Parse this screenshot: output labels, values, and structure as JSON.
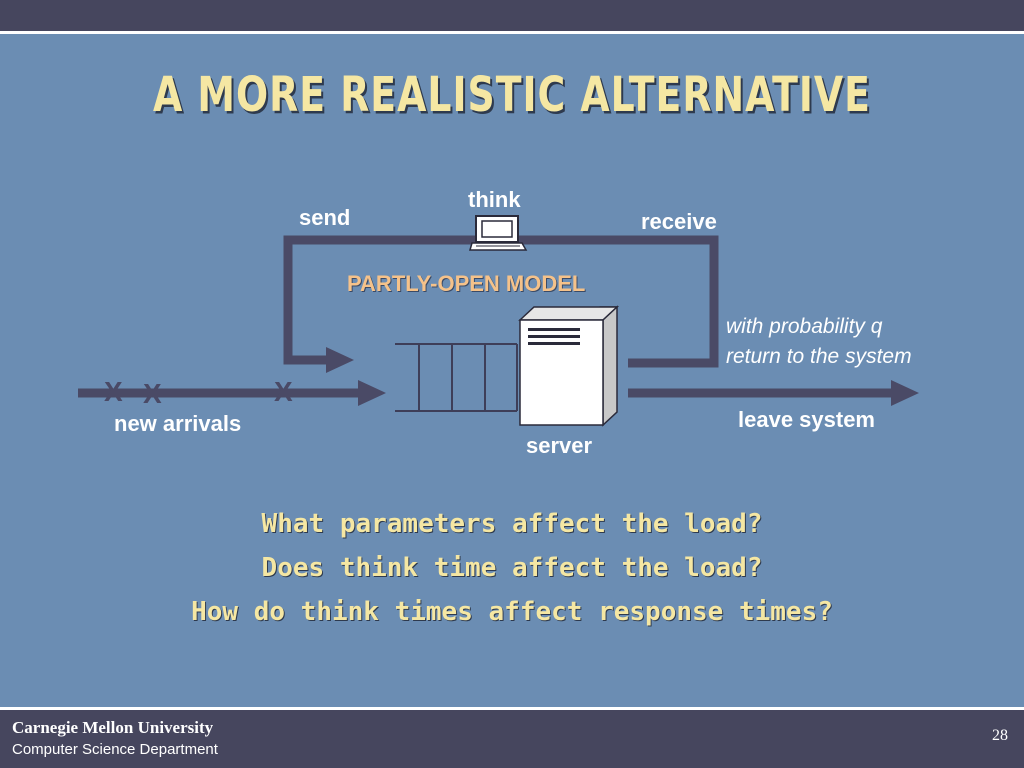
{
  "slide": {
    "title": "A MORE REALISTIC ALTERNATIVE"
  },
  "diagram": {
    "label_think": "think",
    "label_send": "send",
    "label_receive": "receive",
    "label_model": "PARTLY-OPEN MODEL",
    "label_probability_line1": "with probability q",
    "label_probability_line2": "return to the system",
    "label_new_arrivals": "new arrivals",
    "label_leave": "leave system",
    "label_server": "server",
    "arrival_marks": [
      "X",
      "X",
      "X"
    ]
  },
  "questions": [
    "What parameters affect the load?",
    "Does think time affect the load?",
    "How do think times affect response times?"
  ],
  "footer": {
    "university": "Carnegie Mellon University",
    "department": "Computer Science Department",
    "page_number": "28"
  },
  "colors": {
    "background": "#6b8db3",
    "bar": "#46465e",
    "title": "#f5e7a3",
    "model_label": "#f5c28a",
    "lines": "#4a4a66"
  }
}
